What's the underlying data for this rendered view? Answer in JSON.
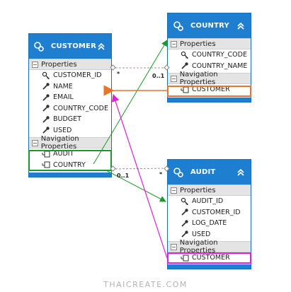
{
  "entities": {
    "customer": {
      "title": "CUSTOMER",
      "properties_label": "Properties",
      "properties": [
        "CUSTOMER_ID",
        "NAME",
        "EMAIL",
        "COUNTRY_CODE",
        "BUDGET",
        "USED"
      ],
      "navigation_label": "Navigation Properties",
      "navigation": [
        "AUDIT",
        "COUNTRY"
      ]
    },
    "country": {
      "title": "COUNTRY",
      "properties_label": "Properties",
      "properties": [
        "COUNTRY_CODE",
        "COUNTRY_NAME"
      ],
      "navigation_label": "Navigation Properties",
      "navigation": [
        "CUSTOMER"
      ]
    },
    "audit": {
      "title": "AUDIT",
      "properties_label": "Properties",
      "properties": [
        "AUDIT_ID",
        "CUSTOMER_ID",
        "LOG_DATE",
        "USED"
      ],
      "navigation_label": "Navigation Properties",
      "navigation": [
        "CUSTOMER"
      ]
    }
  },
  "multiplicity": {
    "customer_country_many": "*",
    "customer_country_one": "0..1",
    "customer_audit_one": "0..1",
    "customer_audit_many": "*"
  },
  "colors": {
    "header_blue": "#1e7fd0",
    "arrow_green": "#1a9a2a",
    "arrow_orange": "#e8732a",
    "arrow_magenta": "#e020e0"
  },
  "watermark": "THAICREATE.COM"
}
